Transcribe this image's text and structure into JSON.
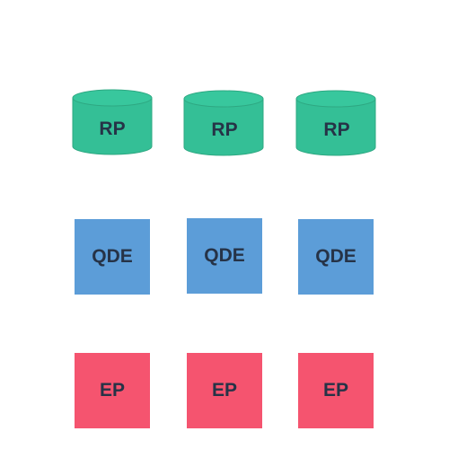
{
  "colors": {
    "cylinder_fill": "#34BF96",
    "cylinder_top": "#38C79D",
    "cylinder_stroke": "#2EA882",
    "qde_fill": "#5C9DD8",
    "ep_fill": "#F5546F",
    "label_color": "#263347",
    "background": "#FFFFFF"
  },
  "rows": {
    "rp": {
      "shape": "cylinder",
      "items": [
        {
          "label": "RP"
        },
        {
          "label": "RP"
        },
        {
          "label": "RP"
        }
      ]
    },
    "qde": {
      "shape": "square",
      "items": [
        {
          "label": "QDE"
        },
        {
          "label": "QDE"
        },
        {
          "label": "QDE"
        }
      ]
    },
    "ep": {
      "shape": "square",
      "items": [
        {
          "label": "EP"
        },
        {
          "label": "EP"
        },
        {
          "label": "EP"
        }
      ]
    }
  }
}
